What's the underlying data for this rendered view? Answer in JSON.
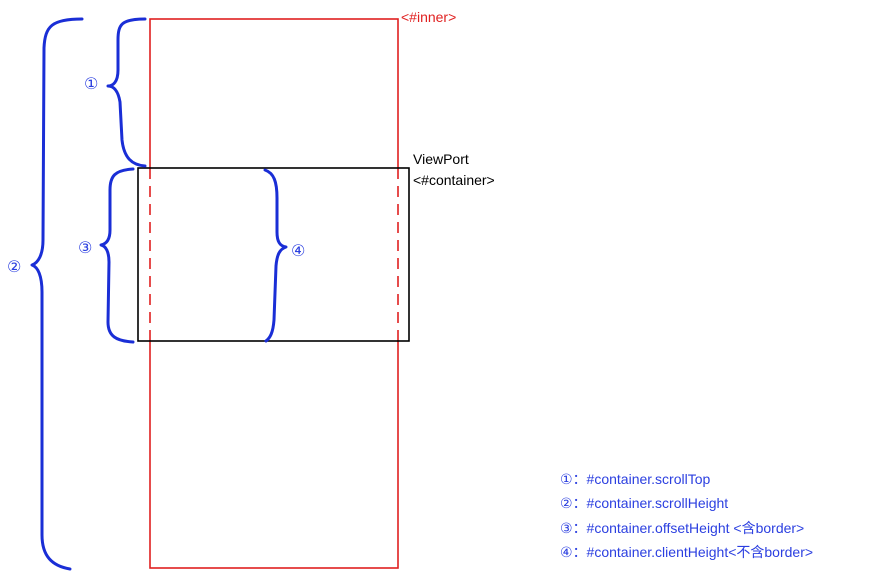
{
  "labels": {
    "inner": "<#inner>",
    "viewport_line1": "ViewPort",
    "viewport_line2": "<#container>",
    "marker1": "①",
    "marker2": "②",
    "marker3": "③",
    "marker4": "④"
  },
  "legend": [
    {
      "marker": "①",
      "text": "：#container.scrollTop"
    },
    {
      "marker": "②",
      "text": "：#container.scrollHeight"
    },
    {
      "marker": "③",
      "text": "：#container.offsetHeight <含border>"
    },
    {
      "marker": "④",
      "text": "：#container.clientHeight<不含border>"
    }
  ],
  "colors": {
    "inner_border": "#e02020",
    "container_border": "#000000",
    "brace": "#1a2ed6",
    "annotation_text": "#2b3fe0"
  }
}
